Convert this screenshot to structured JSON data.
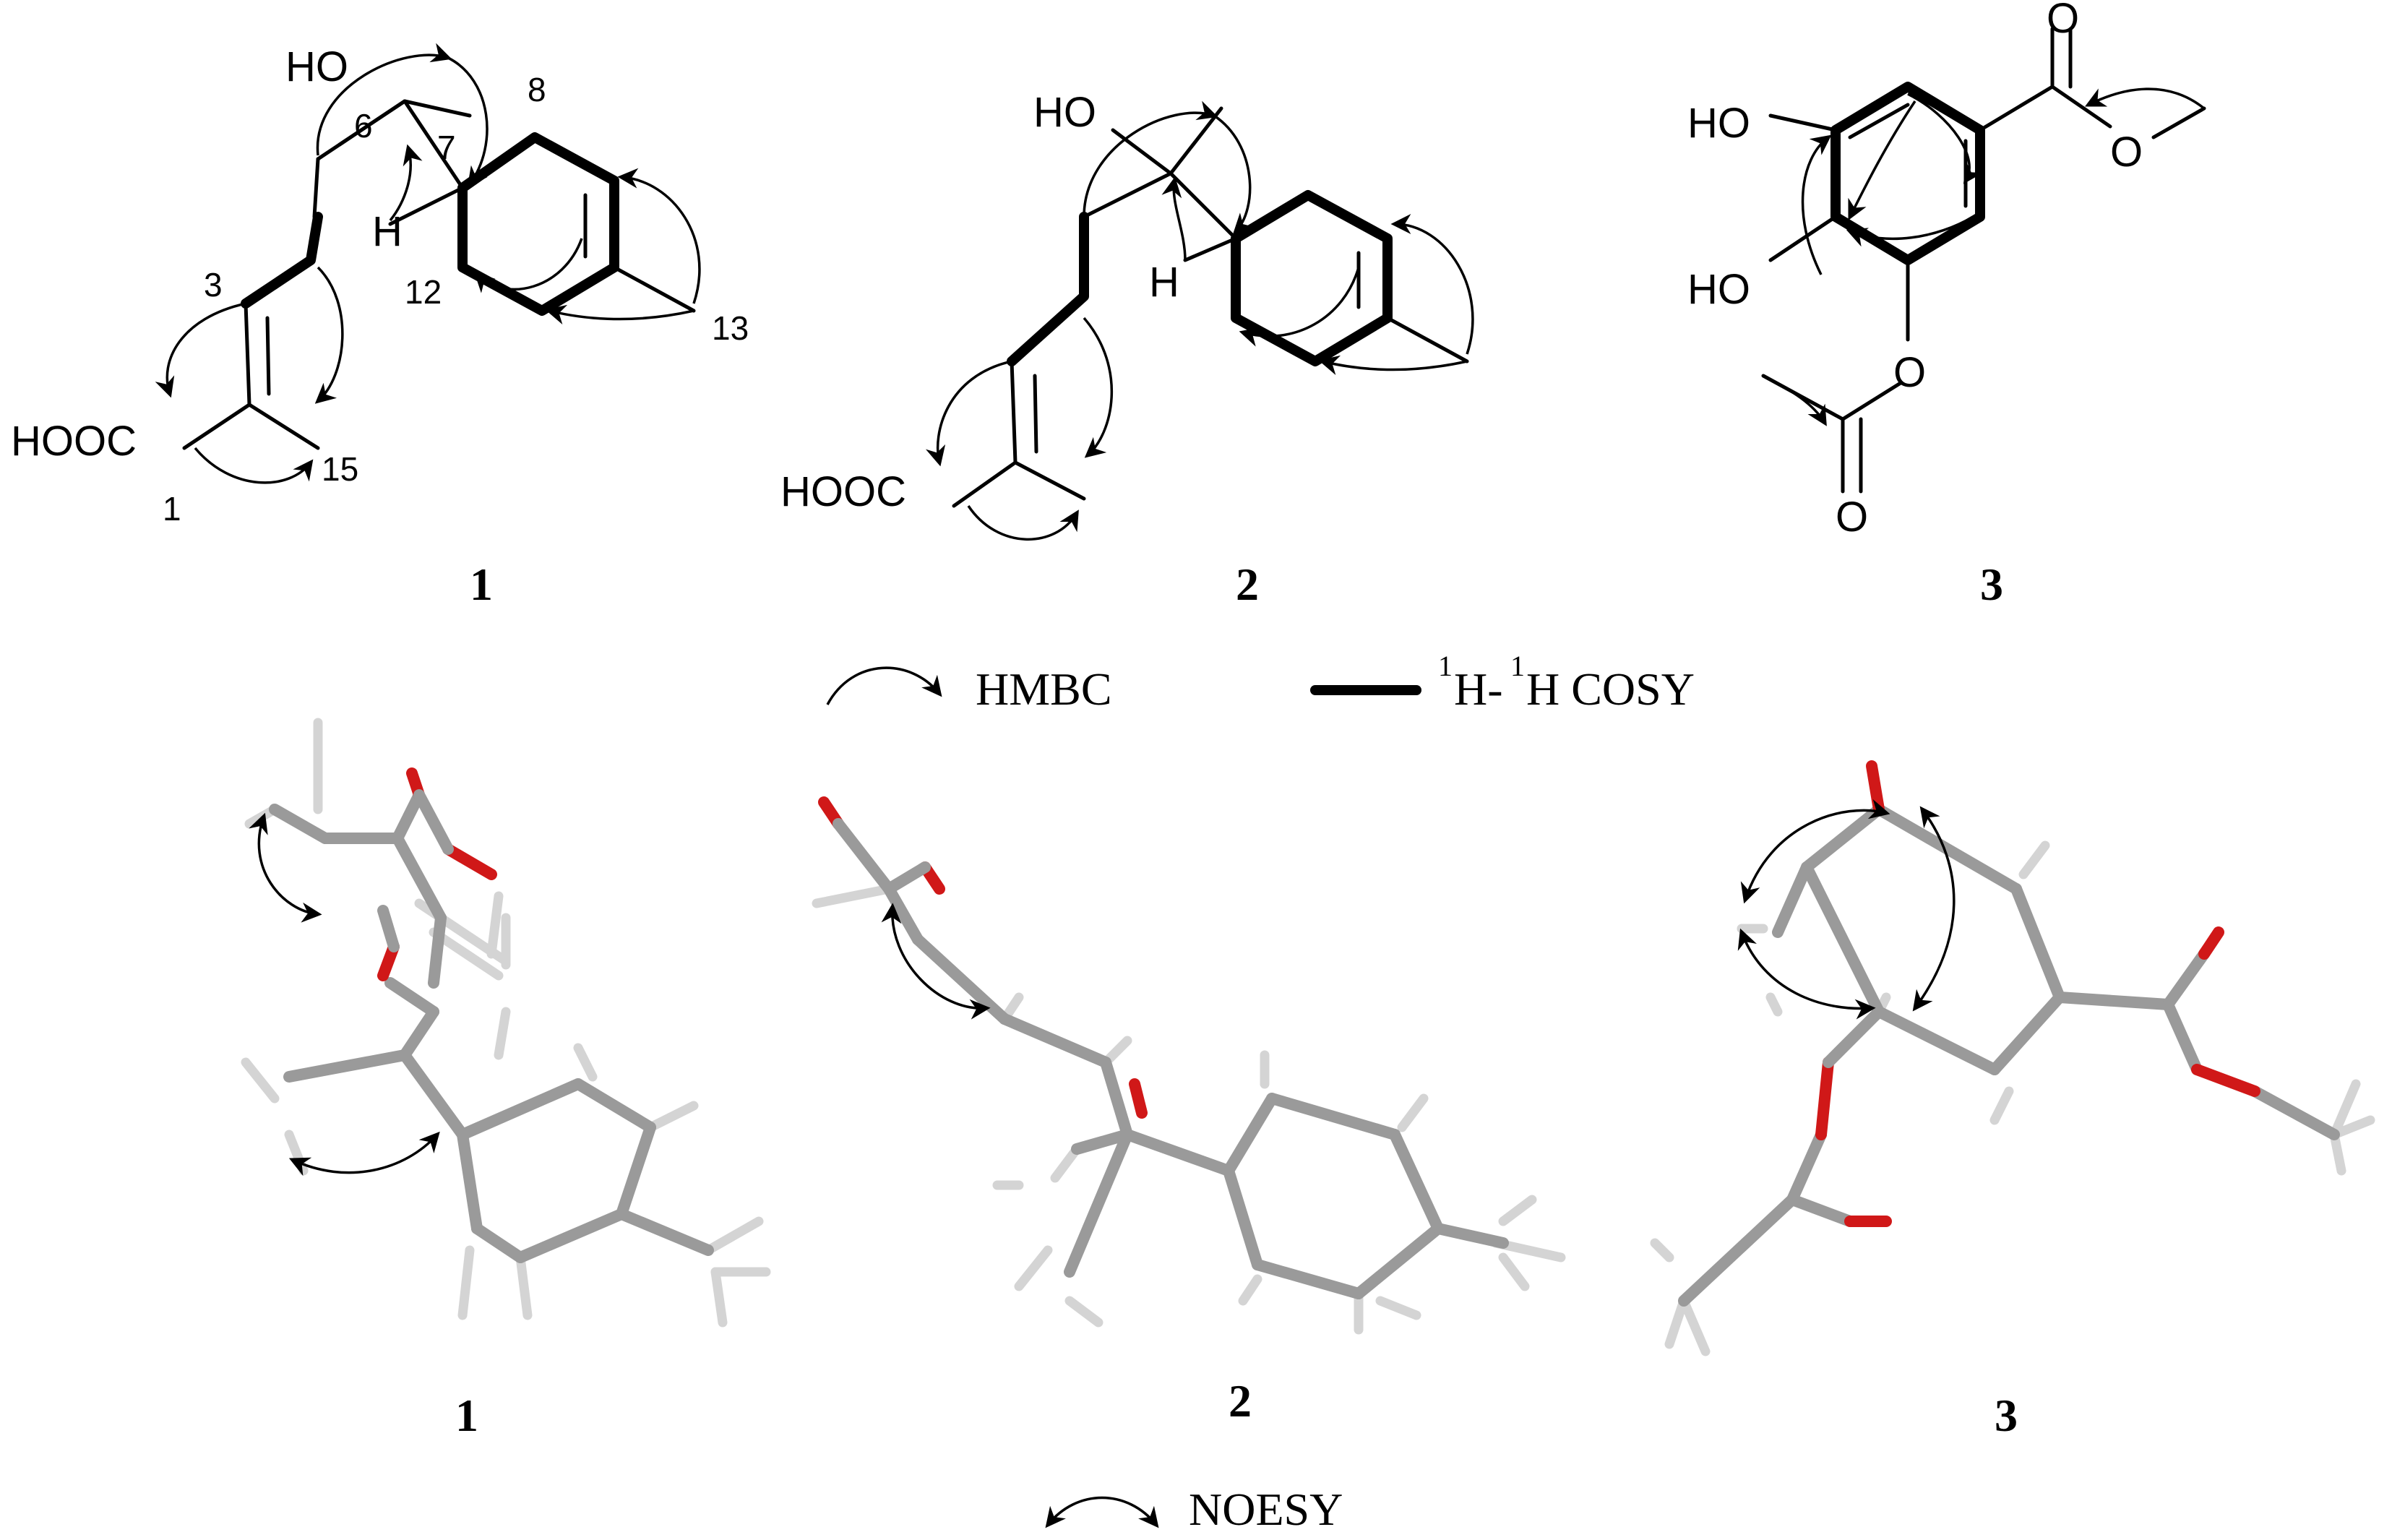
{
  "structures_2d": [
    {
      "id": "compound-1",
      "number": "1",
      "labels": {
        "ho": "HO",
        "acid": "HOOC",
        "h": "H",
        "c1": "1",
        "c3": "3",
        "c6": "6",
        "c7": "7",
        "c8": "8",
        "c12": "12",
        "c13": "13",
        "c15": "15"
      }
    },
    {
      "id": "compound-2",
      "number": "2",
      "labels": {
        "ho": "HO",
        "acid": "HOOC",
        "h": "H"
      }
    },
    {
      "id": "compound-3",
      "number": "3",
      "labels": {
        "ho_top": "HO",
        "ho_bottom": "HO",
        "o_carbonyl": "O",
        "o_ester": "O",
        "o_acetoxy": "O",
        "o_acetyl": "O"
      }
    }
  ],
  "legend": {
    "hmbc": "HMBC",
    "cosy_sup1": "1",
    "cosy_h1": "H-",
    "cosy_sup2": "1",
    "cosy_h2": "H COSY",
    "noesy": "NOESY"
  },
  "models_3d": [
    {
      "id": "model-1",
      "number": "1"
    },
    {
      "id": "model-2",
      "number": "2"
    },
    {
      "id": "model-3",
      "number": "3"
    }
  ],
  "colors": {
    "bond": "#000000",
    "carbon_stick": "#9a9a9a",
    "hydrogen_stick": "#d4d4d4",
    "oxygen_stick": "#d01818"
  }
}
